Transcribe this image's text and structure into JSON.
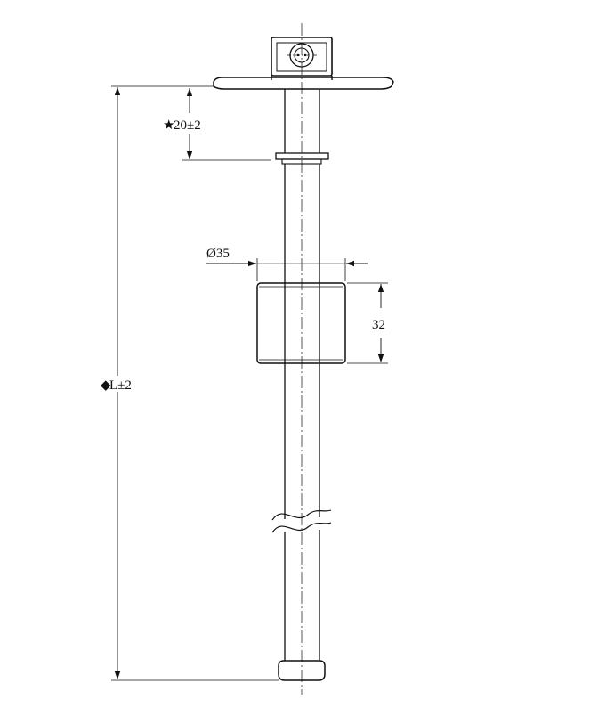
{
  "dimensions": {
    "total_length": {
      "symbol": "◆",
      "text": "L±2"
    },
    "top_offset": {
      "symbol": "★",
      "text": "20±2"
    },
    "float_diameter": {
      "text": "Ø35"
    },
    "float_height": {
      "text": "32"
    }
  },
  "colors": {
    "line": "#111111",
    "background": "#ffffff"
  }
}
